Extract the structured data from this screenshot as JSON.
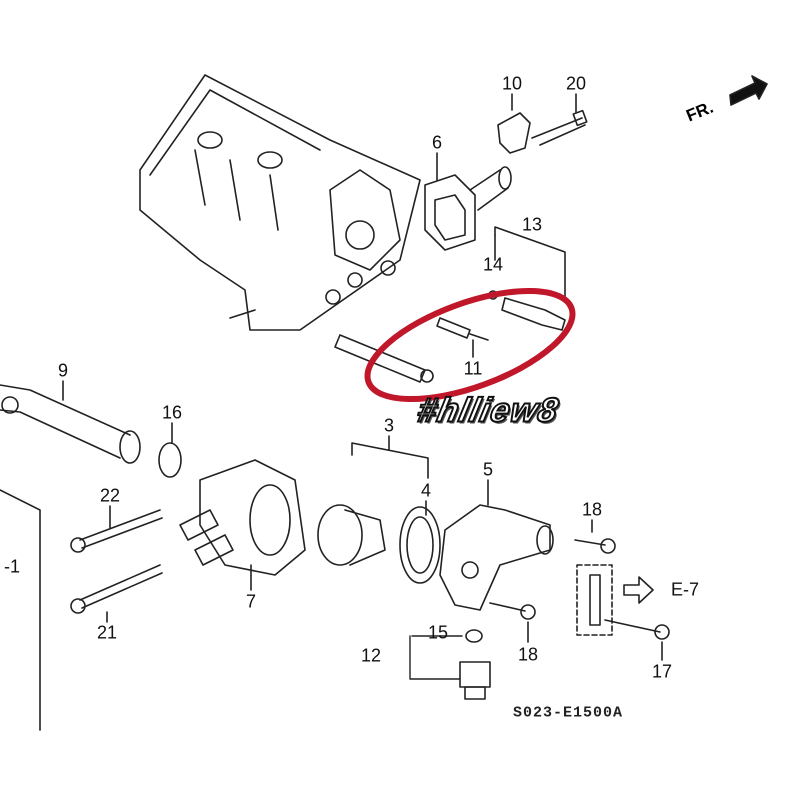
{
  "diagram": {
    "labels": {
      "p10": "10",
      "p20": "20",
      "p6": "6",
      "p13": "13",
      "p14": "14",
      "p11": "11",
      "p9": "9",
      "p16": "16",
      "p3": "3",
      "p5": "5",
      "p4": "4",
      "p22": "22",
      "p18a": "18",
      "p1": "-1",
      "e7": "E-7",
      "p7": "7",
      "p21": "21",
      "p15": "15",
      "p12": "12",
      "p18b": "18",
      "p17": "17"
    },
    "direction_label": "FR.",
    "diagram_code": "S023-E1500A",
    "watermark": "#hlliew8",
    "highlight_color": "#c0182a"
  }
}
